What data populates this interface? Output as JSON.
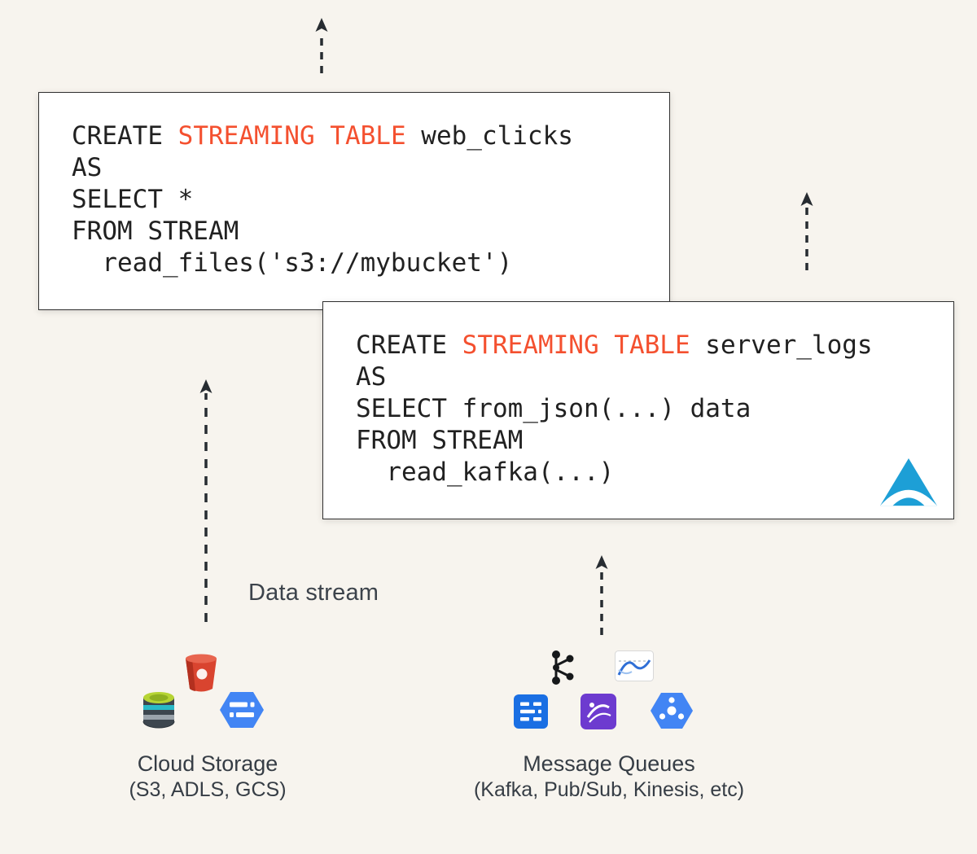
{
  "palette": {
    "background": "#f7f4ee",
    "box_background": "#ffffff",
    "box_border": "#2f2f2f",
    "code_text": "#212121",
    "keyword_red": "#f4502f",
    "arrow": "#272c31",
    "label_text": "#3c434b",
    "databricks_blue": "#1d9fd6",
    "gcp_blue": "#4285f4",
    "aws_red": "#d9442f",
    "kinesis_purple": "#6d3bcf"
  },
  "box1": {
    "line1_pre": "CREATE ",
    "line1_keyword": "STREAMING TABLE",
    "line1_post": " web_clicks",
    "line2": "AS",
    "line3": "SELECT *",
    "line4": "FROM STREAM",
    "line5": "  read_files('s3://mybucket')"
  },
  "box2": {
    "line1_pre": "CREATE ",
    "line1_keyword": "STREAMING TABLE",
    "line1_post": " server_logs",
    "line2": "AS",
    "line3": "SELECT from_json(...) data",
    "line4": "FROM STREAM",
    "line5": "  read_kafka(...)"
  },
  "labels": {
    "data_stream": "Data stream"
  },
  "cloud_storage": {
    "title": "Cloud Storage",
    "subtitle": "(S3, ADLS, GCS)"
  },
  "message_queues": {
    "title": "Message Queues",
    "subtitle": "(Kafka, Pub/Sub, Kinesis, etc)"
  },
  "icons": {
    "cloud_storage": [
      "s3-icon",
      "adls-icon",
      "gcs-icon"
    ],
    "message_queues": [
      "kafka-icon",
      "stream-analytics-icon",
      "event-hubs-icon",
      "kinesis-icon",
      "pubsub-icon"
    ],
    "logo": "databricks-logo"
  }
}
